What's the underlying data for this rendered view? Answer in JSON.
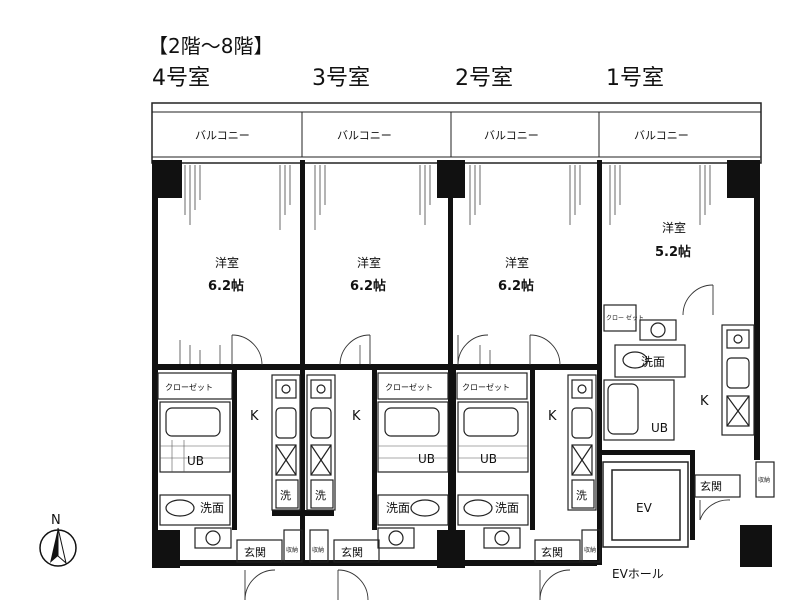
{
  "floor_range": "【2階～8階】",
  "rooms": [
    {
      "name": "4号室",
      "western": "洋室",
      "area": "6.2帖"
    },
    {
      "name": "3号室",
      "western": "洋室",
      "area": "6.2帖"
    },
    {
      "name": "2号室",
      "western": "洋室",
      "area": "6.2帖"
    },
    {
      "name": "1号室",
      "western": "洋室",
      "area": "5.2帖"
    }
  ],
  "labels": {
    "balcony": "バルコニー",
    "closet": "クローゼット",
    "closet_small": "クロー ゼット",
    "kitchen": "K",
    "unit_bath": "UB",
    "washroom": "洗面",
    "washer": "洗",
    "entrance": "玄関",
    "storage": "収納",
    "elevator": "EV",
    "elevator_hall": "EVホール",
    "north": "N"
  }
}
